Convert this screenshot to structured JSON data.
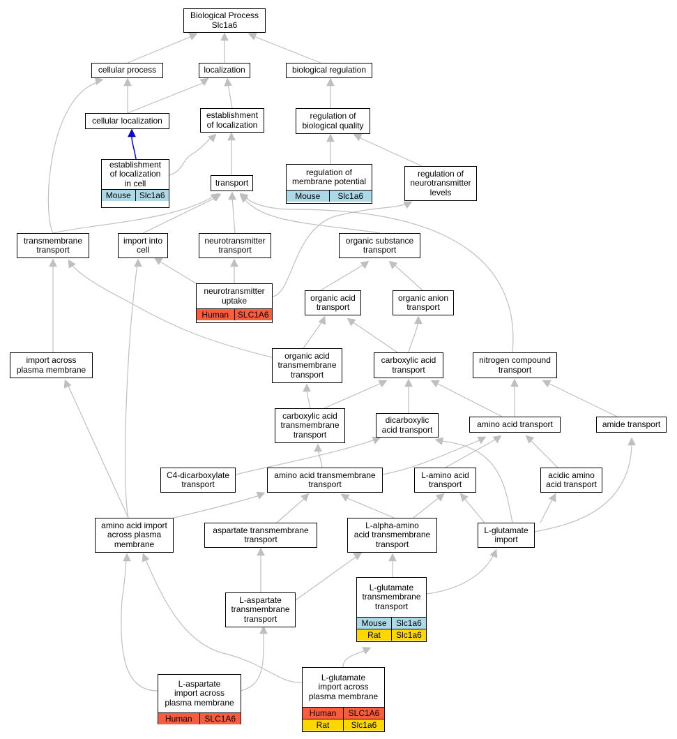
{
  "nodes": {
    "root": {
      "label": "Biological Process\nSlc1a6"
    },
    "cp": {
      "label": "cellular process"
    },
    "loc": {
      "label": "localization"
    },
    "breg": {
      "label": "biological regulation"
    },
    "cloc": {
      "label": "cellular localization"
    },
    "eloc": {
      "label": "establishment\nof localization"
    },
    "rbq": {
      "label": "regulation of\nbiological quality"
    },
    "elc": {
      "label": "establishment\nof localization\nin cell",
      "species": [
        [
          "Mouse",
          "Slc1a6"
        ]
      ]
    },
    "trans": {
      "label": "transport"
    },
    "rmp": {
      "label": "regulation of\nmembrane potential",
      "species": [
        [
          "Mouse",
          "Slc1a6"
        ]
      ]
    },
    "rnl": {
      "label": "regulation of\nneurotransmitter\nlevels"
    },
    "tmt": {
      "label": "transmembrane\ntransport"
    },
    "iic": {
      "label": "import into\ncell"
    },
    "nt": {
      "label": "neurotransmitter\ntransport"
    },
    "ost": {
      "label": "organic substance\ntransport"
    },
    "ntu": {
      "label": "neurotransmitter\nuptake",
      "species": [
        [
          "Human",
          "SLC1A6"
        ]
      ]
    },
    "oat": {
      "label": "organic acid\ntransport"
    },
    "oant": {
      "label": "organic anion\ntransport"
    },
    "iapm": {
      "label": "import across\nplasma membrane"
    },
    "oatm": {
      "label": "organic acid\ntransmembrane\ntransport"
    },
    "cat": {
      "label": "carboxylic acid\ntransport"
    },
    "nct": {
      "label": "nitrogen compound\ntransport"
    },
    "catm": {
      "label": "carboxylic acid\ntransmembrane\ntransport"
    },
    "dcat": {
      "label": "dicarboxylic\nacid transport"
    },
    "aat": {
      "label": "amino acid transport"
    },
    "amt": {
      "label": "amide transport"
    },
    "c4d": {
      "label": "C4-dicarboxylate\ntransport"
    },
    "aatm": {
      "label": "amino acid transmembrane\ntransport"
    },
    "laat": {
      "label": "L-amino acid\ntransport"
    },
    "acaat": {
      "label": "acidic amino\nacid transport"
    },
    "aaipm": {
      "label": "amino acid import\nacross plasma\nmembrane"
    },
    "asptm": {
      "label": "aspartate transmembrane\ntransport"
    },
    "laatm": {
      "label": "L-alpha-amino\nacid transmembrane\ntransport"
    },
    "lgi": {
      "label": "L-glutamate\nimport"
    },
    "lasptm": {
      "label": "L-aspartate\ntransmembrane\ntransport"
    },
    "lgtm": {
      "label": "L-glutamate\ntransmembrane\ntransport",
      "species": [
        [
          "Mouse",
          "Slc1a6"
        ],
        [
          "Rat",
          "Slc1a6"
        ]
      ]
    },
    "laipm": {
      "label": "L-aspartate\nimport across\nplasma membrane",
      "species": [
        [
          "Human",
          "SLC1A6"
        ]
      ]
    },
    "lgipm": {
      "label": "L-glutamate\nimport across\nplasma membrane",
      "species": [
        [
          "Human",
          "SLC1A6"
        ],
        [
          "Rat",
          "Slc1a6"
        ]
      ]
    }
  },
  "colors": {
    "edge": "#bfbfbf",
    "highlight_edge": "#0000ff",
    "mouse": "#add8e6",
    "human": "#fa5c3c",
    "rat": "#ffd700"
  }
}
